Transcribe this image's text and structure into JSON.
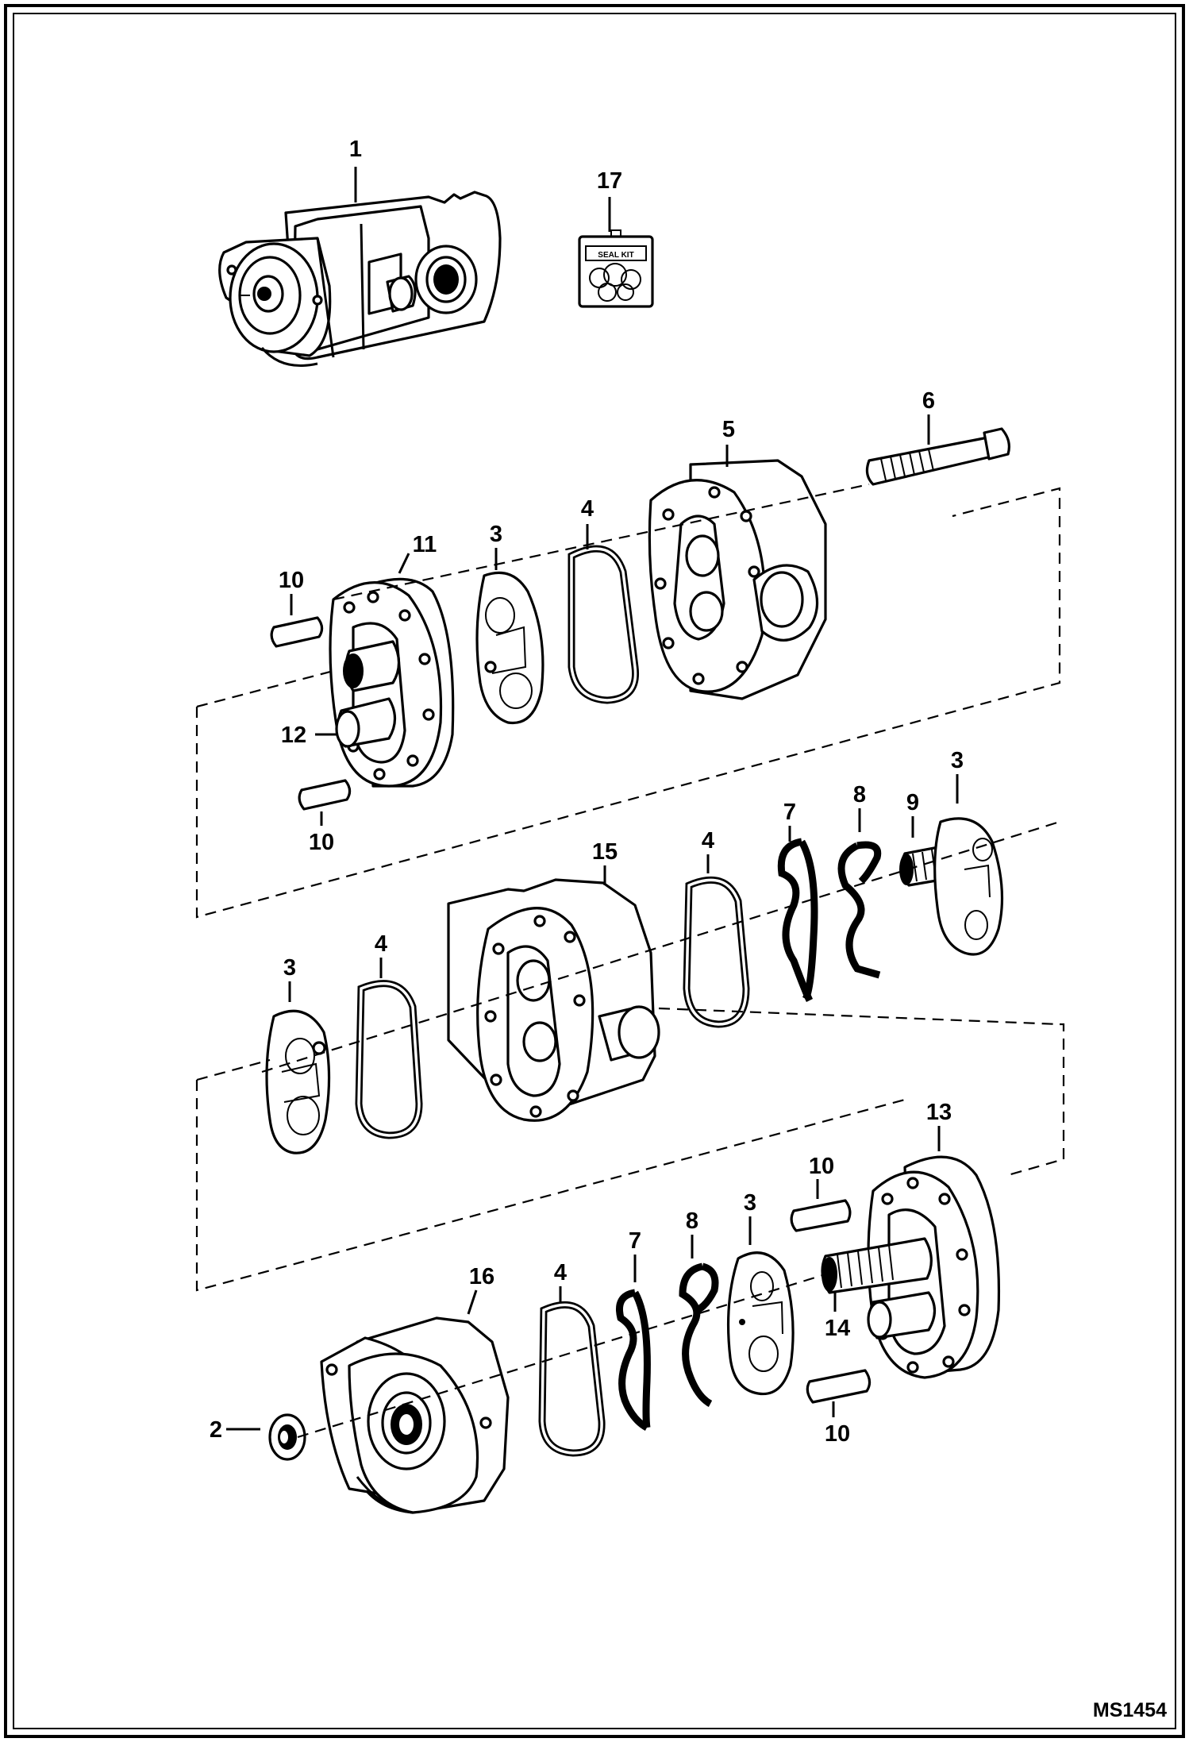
{
  "diagram": {
    "document_id": "MS1454",
    "seal_kit_label": "SEAL KIT",
    "callouts": {
      "c1": "1",
      "c17": "17",
      "c6": "6",
      "c5": "5",
      "c4a": "4",
      "c3a": "3",
      "c11": "11",
      "c10a": "10",
      "c12": "12",
      "c10b": "10",
      "c15": "15",
      "c4b": "4",
      "c7a": "7",
      "c8a": "8",
      "c9": "9",
      "c3b": "3",
      "c3c": "3",
      "c4c": "4",
      "c13": "13",
      "c10c": "10",
      "c16": "16",
      "c4d": "4",
      "c7b": "7",
      "c8b": "8",
      "c3d": "3",
      "c14": "14",
      "c2": "2",
      "c10d": "10"
    }
  }
}
